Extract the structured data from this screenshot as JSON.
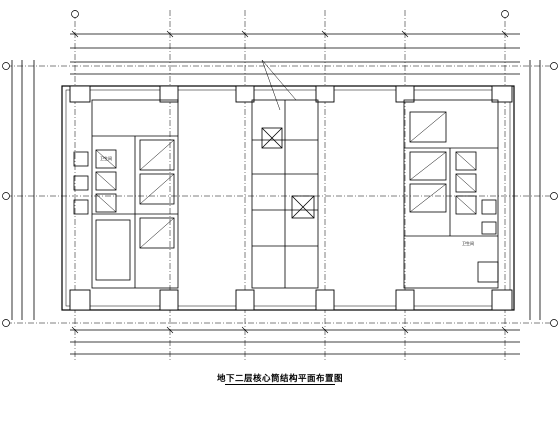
{
  "drawing": {
    "title": "地下二层核心筒结构平面布置图",
    "colors": {
      "line": "#000000",
      "background": "#ffffff"
    },
    "notes": {
      "left_room": "卫生间",
      "right_room": "卫生间"
    }
  }
}
